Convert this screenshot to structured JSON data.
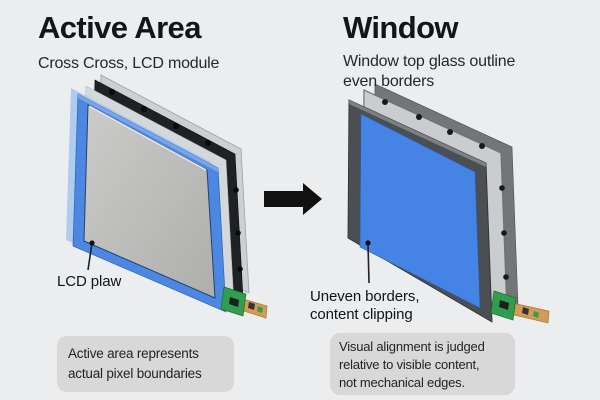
{
  "left_panel": {
    "title": "Active Area",
    "subtitle": "Cross Cross, LCD module",
    "callout": "LCD plaw",
    "caption_line1": "Active area represents",
    "caption_line2": "actual pixel boundaries"
  },
  "right_panel": {
    "title": "Window",
    "subtitle_line1": "Window top glass outline",
    "subtitle_line2": "even borders",
    "callout_line1": "Uneven borders,",
    "callout_line2": "content clipping",
    "caption_line1": "Visual alignment is judged",
    "caption_line2": "relative to visible content,",
    "caption_line3": "not mechanical edges."
  },
  "icons": {
    "arrow_right": "black right arrow between the two modules"
  },
  "colors": {
    "background": "#ecedee",
    "panel_blue_frame": "#4c87e2",
    "panel_blue_highlight": "#83abe9",
    "panel_blue_halo": "#a9c8ee",
    "screen_gray_light": "#c9c9c7",
    "screen_gray_dark": "#b0b0ae",
    "back_panel_black": "#202124",
    "glass_edge_gray": "#d5d8db",
    "rim_gray": "#cdd0d2",
    "frame_dark": "#4b4f54",
    "frame_dark_highlight": "#8b9096",
    "screen_blue": "#4584e4",
    "back_plate_gray": "#caccce",
    "backmost_gray": "#72767a",
    "caption_bg": "#d8d8d8",
    "arrow_black": "#111111",
    "pcb_green": "#2f9e4e",
    "flex_tan": "#d59a55",
    "text_dark": "#141518"
  }
}
